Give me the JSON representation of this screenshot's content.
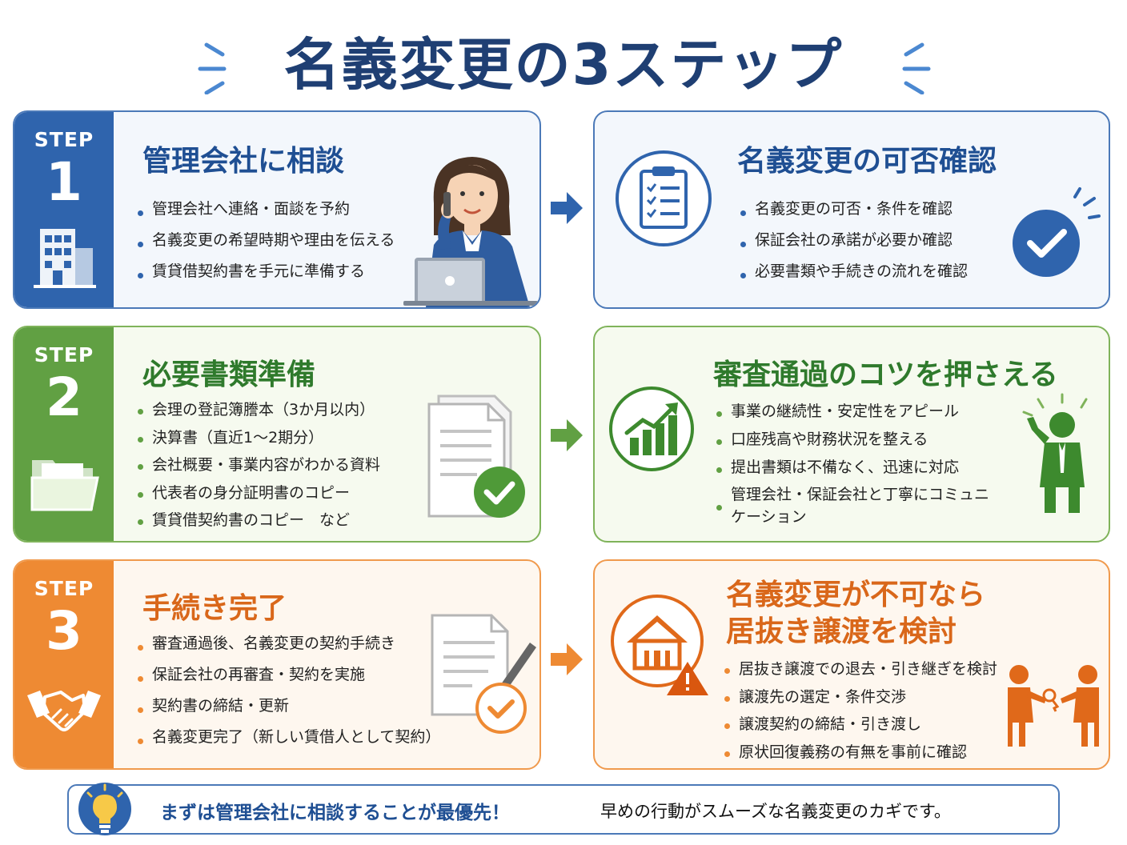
{
  "title": "名義変更の3ステップ",
  "steps": [
    {
      "step_label": "STEP",
      "number": "1",
      "icon": "building-icon",
      "title": "管理会社に相談",
      "items": [
        "管理会社へ連絡・面談を予約",
        "名義変更の希望時期や理由を伝える",
        "賃貸借契約書を手元に準備する"
      ],
      "illustration": "woman-on-phone-laptop-illustration",
      "result_title": "名義変更の可否確認",
      "result_items": [
        "名義変更の可否・条件を確認",
        "保証会社の承諾が必要か確認",
        "必要書類や手続きの流れを確認"
      ],
      "result_icons": [
        "clipboard-checklist-icon",
        "check-circle-icon"
      ],
      "color": "#2f64ad"
    },
    {
      "step_label": "STEP",
      "number": "2",
      "icon": "folder-icon",
      "title": "必要書類準備",
      "items": [
        "会理の登記簿謄本（3か月以内）",
        "決算書（直近1〜2期分）",
        "会社概要・事業内容がわかる資料",
        "代表者の身分証明書のコピー",
        "賃貸借契約書のコピー　など"
      ],
      "illustration": "documents-check-illustration",
      "result_title": "審査通過のコツを押さえる",
      "result_items": [
        "事業の継続性・安定性をアピール",
        "口座残高や財務状況を整える",
        "提出書類は不備なく、迅速に対応",
        "管理会社・保証会社と丁寧にコミュニケーション"
      ],
      "result_icons": [
        "growth-chart-icon",
        "businessman-idea-icon"
      ],
      "color": "#61a043"
    },
    {
      "step_label": "STEP",
      "number": "3",
      "icon": "handshake-icon",
      "title": "手続き完了",
      "items": [
        "審査通過後、名義変更の契約手続き",
        "保証会社の再審査・契約を実施",
        "契約書の締結・更新",
        "名義変更完了（新しい賃借人として契約）"
      ],
      "illustration": "contract-pen-check-illustration",
      "result_title_lines": [
        "名義変更が不可なら",
        "居抜き譲渡を検討"
      ],
      "result_items": [
        "居抜き譲渡での退去・引き継ぎを検討",
        "譲渡先の選定・条件交渉",
        "譲渡契約の締結・引き渡し",
        "原状回復義務の有無を事前に確認"
      ],
      "result_icons": [
        "house-warning-icon",
        "key-handover-icon"
      ],
      "color": "#ee8a33"
    }
  ],
  "footer": {
    "main": "まずは管理会社に相談することが最優先！",
    "sub": "早めの行動がスムーズな名義変更のカギです。",
    "icon": "lightbulb-icon"
  }
}
